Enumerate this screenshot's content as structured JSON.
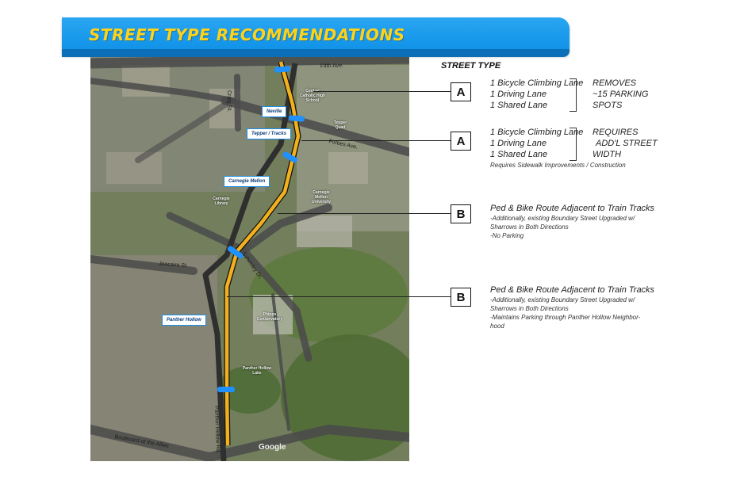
{
  "header": {
    "title": "STREET TYPE RECOMMENDATIONS"
  },
  "legend": {
    "heading": "STREET TYPE"
  },
  "rows": [
    {
      "badge": "A",
      "lines": [
        "1 Bicycle Climbing Lane",
        "1 Driving Lane",
        "1 Shared Lane"
      ],
      "impact": [
        "REMOVES",
        "~15 PARKING",
        "SPOTS"
      ],
      "footnote": ""
    },
    {
      "badge": "A",
      "lines": [
        "1 Bicycle Climbing Lane",
        "1 Driving Lane",
        "1 Shared Lane"
      ],
      "impact": [
        "REQUIRES",
        "ADD'L STREET",
        "WIDTH"
      ],
      "footnote": "Requires Sidewalk Improvements / Construction"
    },
    {
      "badge": "B",
      "title": "Ped & Bike Route Adjacent to Train Tracks",
      "details": [
        "-Additionally, existing Boundary Street Upgraded w/",
        "Sharrows in Both Directions",
        "-No Parking"
      ]
    },
    {
      "badge": "B",
      "title": "Ped & Bike Route Adjacent to Train Tracks",
      "details": [
        "-Additionally, existing Boundary Street Upgraded w/",
        "Sharrows in Both Directions",
        "-Maintains Parking through Panther Hollow Neighbor-",
        "hood"
      ]
    }
  ],
  "map": {
    "streets": {
      "fifth": "Fifth Ave.",
      "craig": "Craig St.",
      "forbes": "Forbes Ave.",
      "schenley": "Schenley Dr.",
      "joncaire": "Joncaire St.",
      "boulevard": "Boulevard of the Allies",
      "panther_rd": "Panther Hollow Rd."
    },
    "places": {
      "central_catholic": "Central Catholic High School",
      "tepper_quad": "Tepper Quad",
      "cmu": "Carnegie Mellon University",
      "library": "Carnegie Library",
      "phipps": "Phipps Conservatory",
      "lake": "Panther Hollow Lake"
    },
    "callouts": {
      "neville": "Neville",
      "tepper_tracks": "Tepper / Tracks",
      "carnegie_mellon": "Carnegie Mellon",
      "panther_hollow": "Panther Hollow"
    },
    "watermark": "Google",
    "route_color": "#f2b01e",
    "marker_color": "#1e90ff"
  }
}
